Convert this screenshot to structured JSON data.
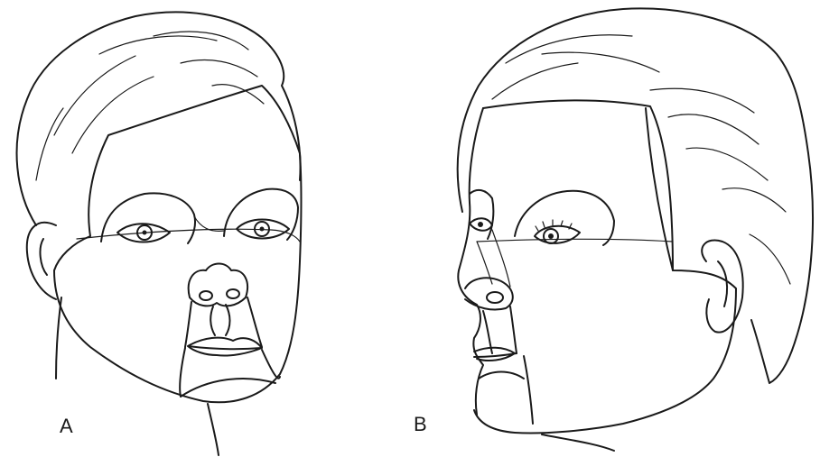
{
  "figure": {
    "panels": [
      {
        "id": "A",
        "label": "A"
      },
      {
        "id": "B",
        "label": "B"
      }
    ]
  },
  "colors": {
    "line": "#1a1a1a",
    "background": "#ffffff"
  }
}
